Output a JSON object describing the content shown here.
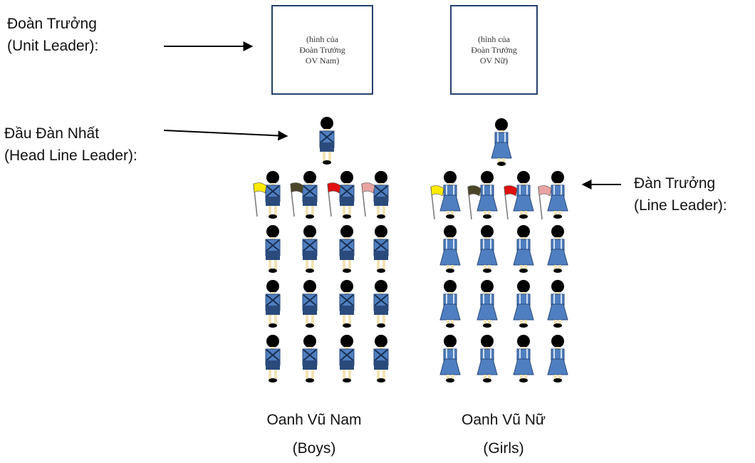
{
  "labels": {
    "unit_leader": [
      "Đoàn Trưởng",
      "(Unit Leader):"
    ],
    "head_line_leader": [
      "Đầu Đàn Nhất",
      "(Head Line Leader):"
    ],
    "line_leader": [
      "Đàn Trưởng",
      "(Line Leader):"
    ]
  },
  "photos": {
    "boys": [
      "(hình của",
      "Đoàn Trưởng",
      "OV Nam)"
    ],
    "girls": [
      "(hình của",
      "Đoàn Trưởng",
      "OV Nữ)"
    ]
  },
  "groups": {
    "boys": {
      "caption": [
        "Oanh Vũ Nam",
        "(Boys)"
      ],
      "figure": "boy",
      "rows": 4,
      "columns": 4
    },
    "girls": {
      "caption": [
        "Oanh Vũ Nữ",
        "(Girls)"
      ],
      "figure": "girl",
      "rows": 4,
      "columns": 4
    }
  },
  "colors": {
    "uniform_blue": "#4f7fc0",
    "uniform_dark": "#2a4a7c",
    "hair": "#000000",
    "legs": "#f2e3b5",
    "box_border": "#26406e",
    "flags": [
      "#ffea00",
      "#4b4628",
      "#e01010",
      "#e8a2a2"
    ]
  }
}
